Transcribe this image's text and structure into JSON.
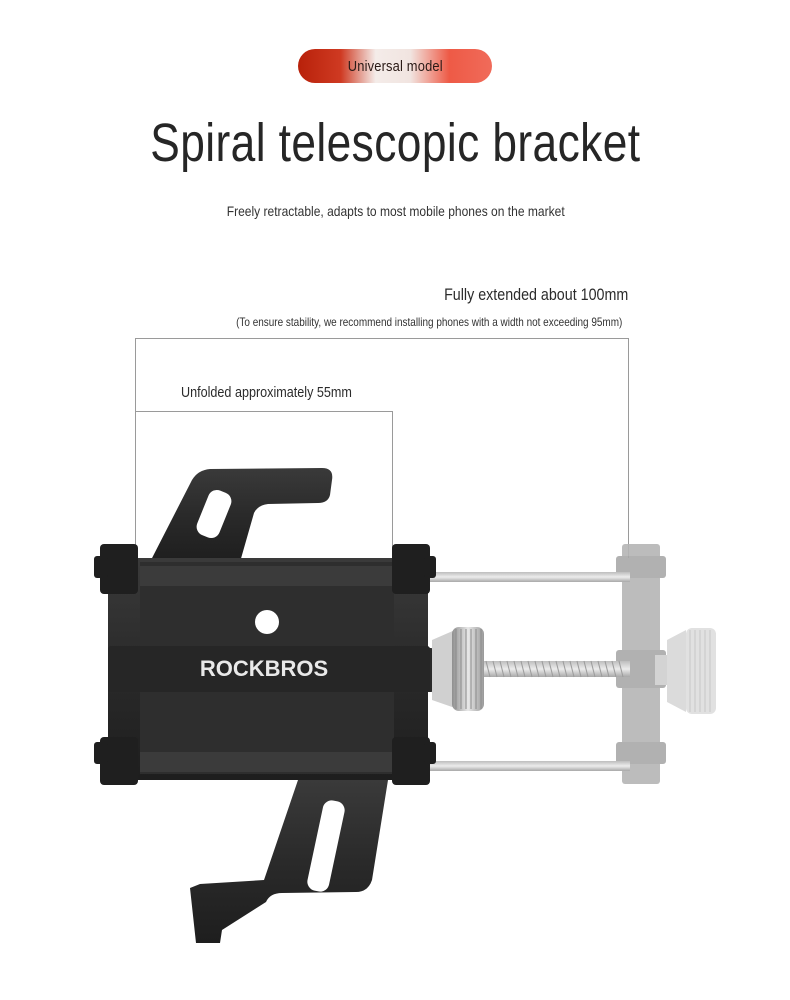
{
  "badge": {
    "label": "Universal model",
    "gradient_start": "#b8210a",
    "gradient_end": "#f06b5a"
  },
  "heading": {
    "title": "Spiral telescopic bracket",
    "subtitle": "Freely retractable, adapts to most mobile phones on the market"
  },
  "annotations": {
    "extended": "Fully extended about 100mm",
    "extended_note": "(To ensure stability, we recommend installing phones with a width not exceeding 95mm)",
    "unfolded": "Unfolded approximately 55mm"
  },
  "product": {
    "brand": "ROCKBROS",
    "body_color": "#2a2a2a",
    "ghost_color": "#b5b5b5",
    "knob_color": "#c9c9c9"
  }
}
